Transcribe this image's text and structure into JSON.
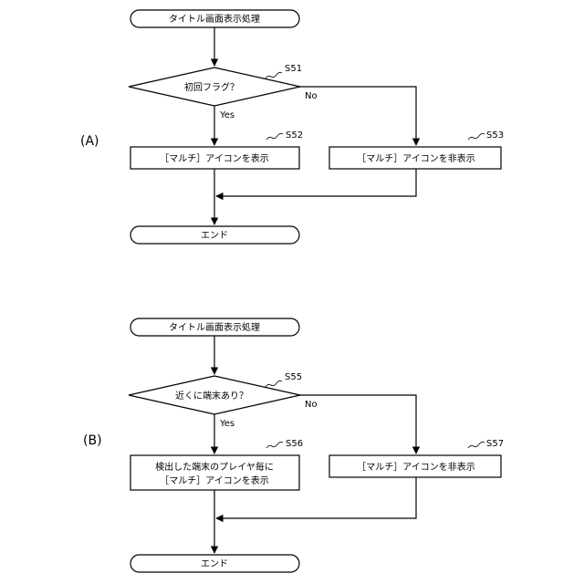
{
  "panels": [
    {
      "label": "(A)",
      "start": "タイトル画面表示処理",
      "decision": "初回フラグ？",
      "decision_step": "S51",
      "yes_label": "Yes",
      "no_label": "No",
      "yes_box": [
        "［マルチ］アイコンを表示"
      ],
      "yes_step": "S52",
      "no_box": "［マルチ］アイコンを非表示",
      "no_step": "S53",
      "end": "エンド"
    },
    {
      "label": "(B)",
      "start": "タイトル画面表示処理",
      "decision": "近くに端末あり？",
      "decision_step": "S55",
      "yes_label": "Yes",
      "no_label": "No",
      "yes_box": [
        "検出した端末のプレイヤ毎に",
        "［マルチ］アイコンを表示"
      ],
      "yes_step": "S56",
      "no_box": "［マルチ］アイコンを非表示",
      "no_step": "S57",
      "end": "エンド"
    }
  ]
}
